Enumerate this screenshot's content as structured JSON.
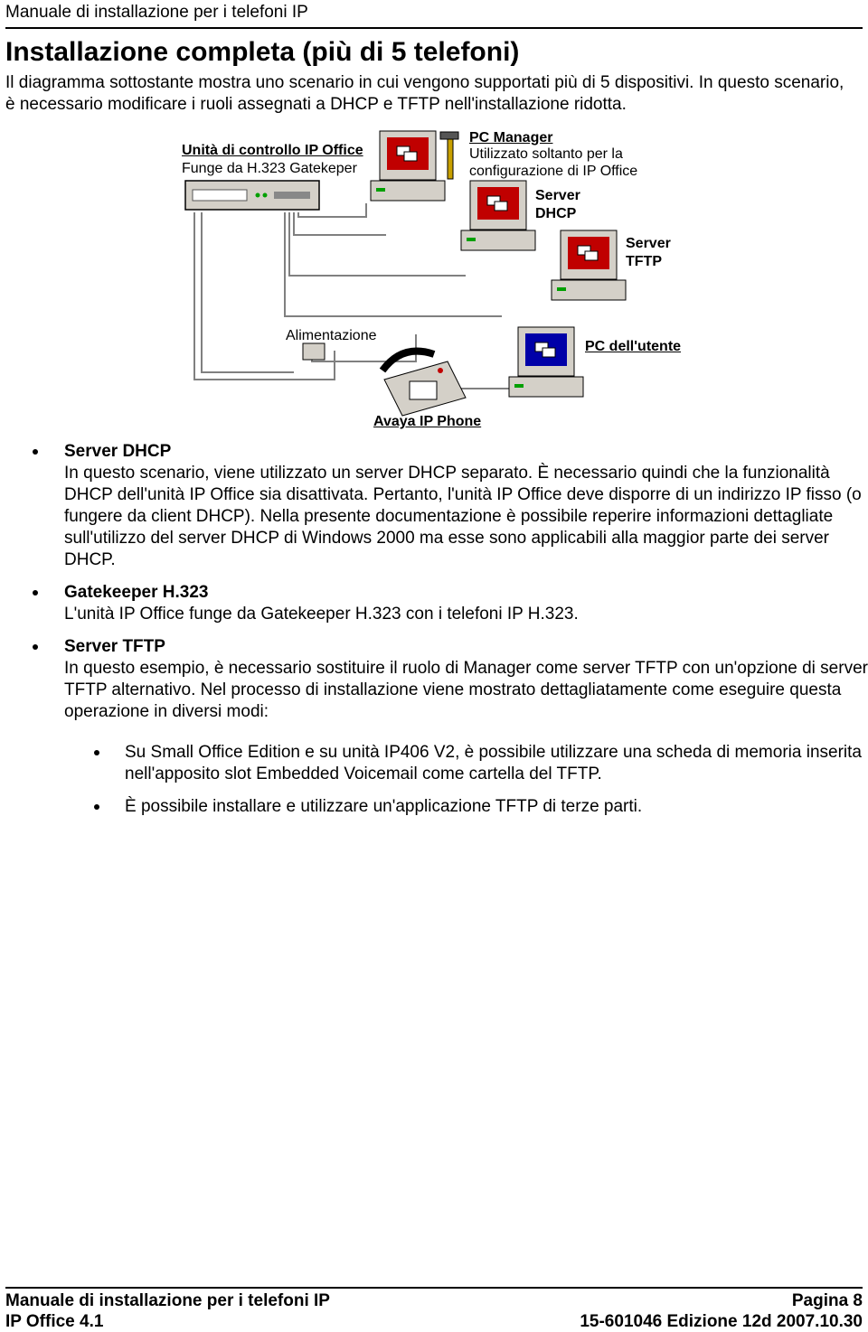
{
  "header": {
    "running_title": "Manuale di installazione per i telefoni IP"
  },
  "title": "Installazione completa (più di 5 telefoni)",
  "intro": "Il diagramma sottostante mostra uno scenario in cui vengono supportati più di 5 dispositivi. In questo scenario, è necessario modificare i ruoli assegnati a DHCP e TFTP nell'installazione ridotta.",
  "diagram": {
    "control_unit_title": "Unità di controllo IP Office",
    "control_unit_sub": "Funge da H.323 Gatekeper",
    "pc_manager_title": "PC Manager",
    "pc_manager_sub1": "Utilizzato soltanto per la",
    "pc_manager_sub2": "configurazione di IP Office",
    "dhcp_server_1": "Server",
    "dhcp_server_2": "DHCP",
    "tftp_server_1": "Server",
    "tftp_server_2": "TFTP",
    "power": "Alimentazione",
    "user_pc": "PC dell'utente",
    "phone": "Avaya IP Phone"
  },
  "bullets": [
    {
      "heading": "Server DHCP",
      "text": "In questo scenario, viene utilizzato un server DHCP separato. È necessario quindi che la funzionalità DHCP dell'unità IP Office sia disattivata. Pertanto, l'unità IP Office deve disporre di un indirizzo IP fisso (o fungere da client DHCP). Nella presente documentazione è possibile reperire informazioni dettagliate sull'utilizzo del server DHCP di Windows 2000 ma esse sono applicabili alla maggior parte dei server DHCP."
    },
    {
      "heading": "Gatekeeper H.323",
      "text": "L'unità IP Office funge da Gatekeeper H.323 con i telefoni IP H.323."
    },
    {
      "heading": "Server TFTP",
      "text": "In questo esempio, è necessario sostituire il ruolo di Manager come server TFTP con un'opzione di server TFTP alternativo. Nel processo di installazione viene mostrato dettagliatamente come eseguire questa operazione in diversi modi:"
    }
  ],
  "sub_bullets": [
    "Su Small Office Edition e su unità IP406 V2, è possibile utilizzare una scheda di memoria inserita nell'apposito slot Embedded Voicemail come cartella del TFTP.",
    "È possibile installare e utilizzare un'applicazione TFTP di terze parti."
  ],
  "footer": {
    "left_1": "Manuale di installazione per i telefoni IP",
    "right_1": "Pagina 8",
    "left_2": "IP Office 4.1",
    "right_2": "15-601046 Edizione 12d 2007.10.30"
  },
  "colors": {
    "monitor_body": "#d4d0c8",
    "screen": "#0000a8",
    "screen_accent": "#c00000",
    "cable": "#808080"
  }
}
